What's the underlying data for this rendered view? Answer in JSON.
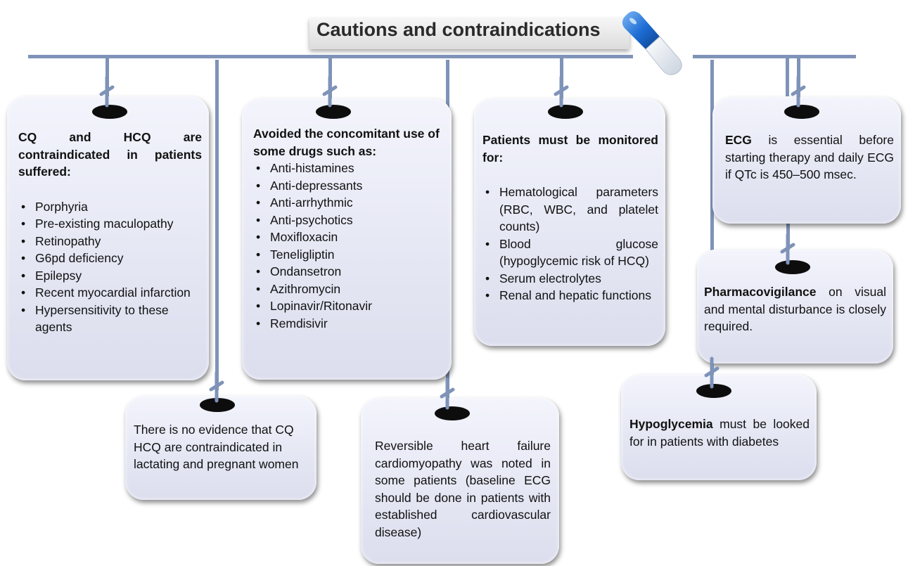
{
  "title": "Cautions and contraindications",
  "icons": {
    "title_badge": "capsule-pill-icon",
    "connectors": "hook-connector-icon"
  },
  "colors": {
    "connector_line": "#7f93b8",
    "box_fill": "#e6e8f5",
    "pill_blue": "#1e6ed6"
  },
  "boxes": {
    "contraindicated": {
      "heading": "CQ and HCQ are contraindicated in patients suffered:",
      "items": [
        "Porphyria",
        "Pre-existing maculopathy",
        "Retinopathy",
        "G6pd deficiency",
        "Epilepsy",
        "Recent myocardial infarction",
        "Hypersensitivity to these agents"
      ]
    },
    "lactating": {
      "text": "There is no evidence that CQ HCQ are contraindicated in lactating and pregnant women"
    },
    "concomitant": {
      "heading": "Avoided the concomitant use of some drugs such as:",
      "items": [
        "Anti-histamines",
        "Anti-depressants",
        "Anti-arrhythmic",
        "Anti-psychotics",
        "Moxifloxacin",
        "Teneligliptin",
        "Ondansetron",
        "Azithromycin",
        "Lopinavir/Ritonavir",
        "Remdisivir"
      ]
    },
    "heart_failure": {
      "text": "Reversible heart failure cardiomyopathy was noted in some patients (baseline ECG should be done in patients with established cardiovascular disease)"
    },
    "monitoring": {
      "heading": "Patients must be monitored for:",
      "items": [
        "Hematological parameters (RBC, WBC, and platelet counts)",
        "Blood glucose (hypoglycemic risk of HCQ)",
        "Serum electrolytes",
        "Renal and hepatic functions"
      ]
    },
    "ecg": {
      "bold": "ECG",
      "text": " is essential before starting therapy and daily ECG if QTc is 450–500 msec."
    },
    "pharmacovigilance": {
      "bold": "Pharmacovigilance",
      "text": " on visual and mental disturbance is closely required."
    },
    "hypoglycemia": {
      "bold": "Hypoglycemia",
      "text": " must be looked for in patients with diabetes"
    }
  }
}
